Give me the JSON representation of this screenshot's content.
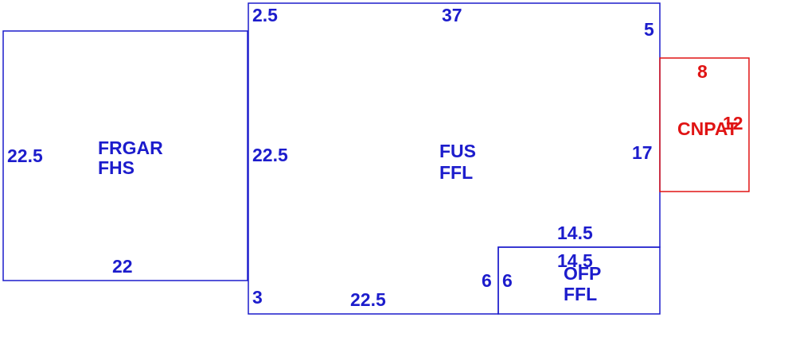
{
  "colors": {
    "structure": "#1c1ccc",
    "porch": "#e01414",
    "background": "#ffffff"
  },
  "garage": {
    "code1": "FRGAR",
    "code2": "FHS",
    "dims": {
      "left": "22.5",
      "bottom": "22"
    }
  },
  "main": {
    "code1": "FUS",
    "code2": "FFL",
    "dims": {
      "top_left": "2.5",
      "top": "37",
      "right_top": "5",
      "left": "22.5",
      "right": "17",
      "right_lower": "14.5",
      "bottom_left": "3",
      "bottom": "22.5",
      "notch": "6"
    }
  },
  "porch": {
    "code": "OFP",
    "code2": "FFL",
    "dims": {
      "top": "14.5",
      "left": "6"
    }
  },
  "canopy": {
    "code": "CNPAT",
    "dims": {
      "top": "8",
      "right": "12"
    }
  }
}
